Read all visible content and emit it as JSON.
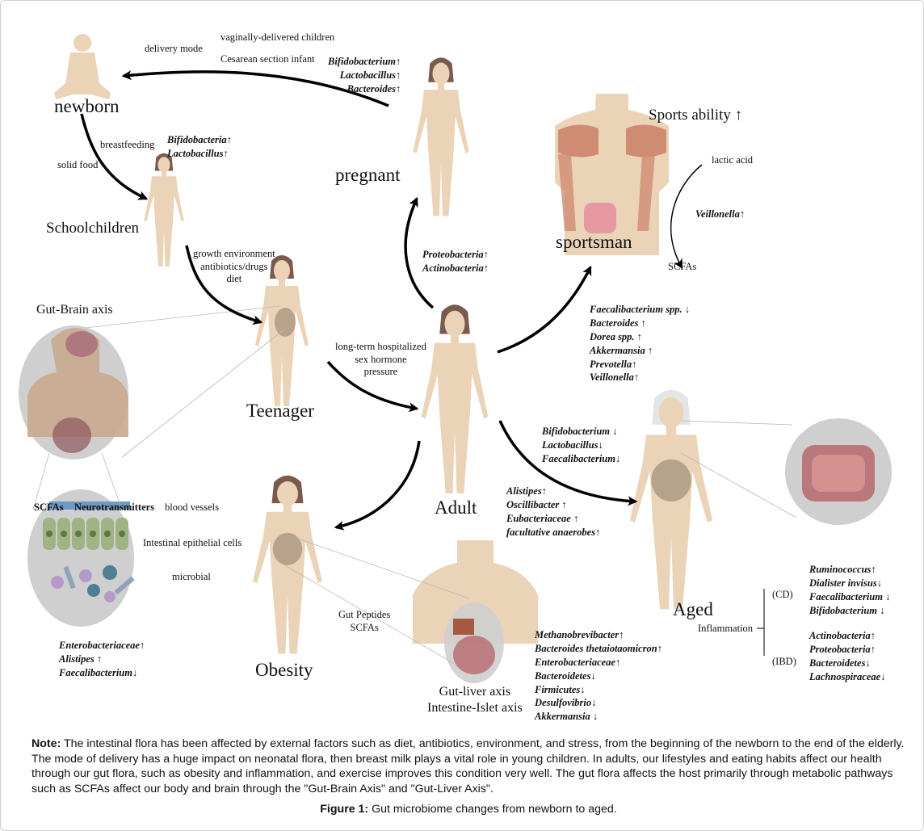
{
  "stages": {
    "newborn": "newborn",
    "schoolchildren": "Schoolchildren",
    "teenager": "Teenager",
    "pregnant": "pregnant",
    "adult": "Adult",
    "sportsman": "sportsman",
    "obesity": "Obesity",
    "aged": "Aged"
  },
  "labels": {
    "delivery_mode": "delivery mode",
    "vaginal": "vaginally-delivered children",
    "cesarean": "Cesarean section infant",
    "breastfeeding": "breastfeeding",
    "solid_food": "solid food",
    "teen_factors": [
      "growth environment",
      "antibiotics/drugs",
      "diet"
    ],
    "adult_factors": [
      "long-term hospitalized",
      "sex hormone",
      "pressure"
    ],
    "gut_brain_axis": "Gut-Brain axis",
    "scfas_bar": "SCFAs",
    "neurotransmitters": "Neurotransmitters",
    "blood_vessels": "blood vessels",
    "epithelial": "Intestinal epithelial cells",
    "microbial": "microbial",
    "gut_peptides": [
      "Gut Peptides",
      "SCFAs"
    ],
    "gut_liver_axis": "Gut-liver axis",
    "intestine_islet_axis": "Intestine-Islet axis",
    "sports_ability": "Sports ability ↑",
    "lactic_acid": "lactic acid",
    "scfas_sport": "SCFAs",
    "inflammation": "Inflammation",
    "cd": "(CD)",
    "ibd": "(IBD)"
  },
  "bacteria": {
    "delivery": [
      "Bifidobacterium↑",
      "Lactobacillus↑",
      "Bacteroides↑"
    ],
    "breastfeeding": [
      "Bifidobacteria↑",
      "Lactobacillus↑"
    ],
    "pregnant": [
      "Proteobacteria↑",
      "Actinobacteria↑"
    ],
    "sport_veillonella": "Veillonella↑",
    "sportsman": [
      "Faecalibacterium spp. ↓",
      "Bacteroides ↑",
      "Dorea spp. ↑",
      "Akkermansia ↑",
      "Prevotella↑",
      "Veillonella↑"
    ],
    "aged_down": [
      "Bifidobacterium ↓",
      "Lactobacillus↓",
      "Faecalibacterium↓"
    ],
    "aged_up": [
      "Alistipes↑",
      "Oscillibacter ↑",
      "Eubacteriaceae ↑",
      "facultative anaerobes↑"
    ],
    "gut_brain": [
      "Enterobacteriaceae↑",
      "Alistipes ↑",
      "Faecalibacterium↓"
    ],
    "obesity": [
      "Methanobrevibacter↑",
      "Bacteroides thetaiotaomicron↑",
      "Enterobacteriaceae↑",
      "Bacteroidetes↓",
      "Firmicutes↓",
      "Desulfovibrio↓",
      "Akkermansia ↓"
    ],
    "cd": [
      "Ruminococcus↑",
      "Dialister invisus↓",
      "Faecalibacterium ↓",
      "Bifidobacterium  ↓"
    ],
    "ibd": [
      "Actinobacteria↑",
      "Proteobacteria↑",
      "Bacteroidetes↓",
      "Lachnospiraceae↓"
    ]
  },
  "caption": {
    "note_label": "Note:",
    "note_text": " The intestinal flora has been affected by external factors such as diet, antibiotics, environment, and stress, from the beginning of the newborn to the end of the elderly. The mode of delivery has a huge impact on neonatal flora, then breast milk plays a vital role in young children. In adults, our lifestyles and eating habits affect our health through our gut flora, such as obesity and inflammation, and exercise improves this condition very well. The gut flora affects the host primarily through metabolic pathways such as SCFAs affect our body and brain through the \"Gut-Brain Axis\" and \"Gut-Liver Axis\".",
    "figure_label": "Figure 1:",
    "figure_text": " Gut microbiome changes from newborn to aged."
  },
  "colors": {
    "skin": "#ebd3b8",
    "skin_shade": "#dcbc9c",
    "hair": "#7a5a4c",
    "hair_grey": "#e4e6e6",
    "circle_grey": "#cfcfcf",
    "gut": "#b86e72",
    "muscle": "#cf8c72",
    "cell_green": "#9fb384",
    "blue_bar": "#6f98c4"
  }
}
